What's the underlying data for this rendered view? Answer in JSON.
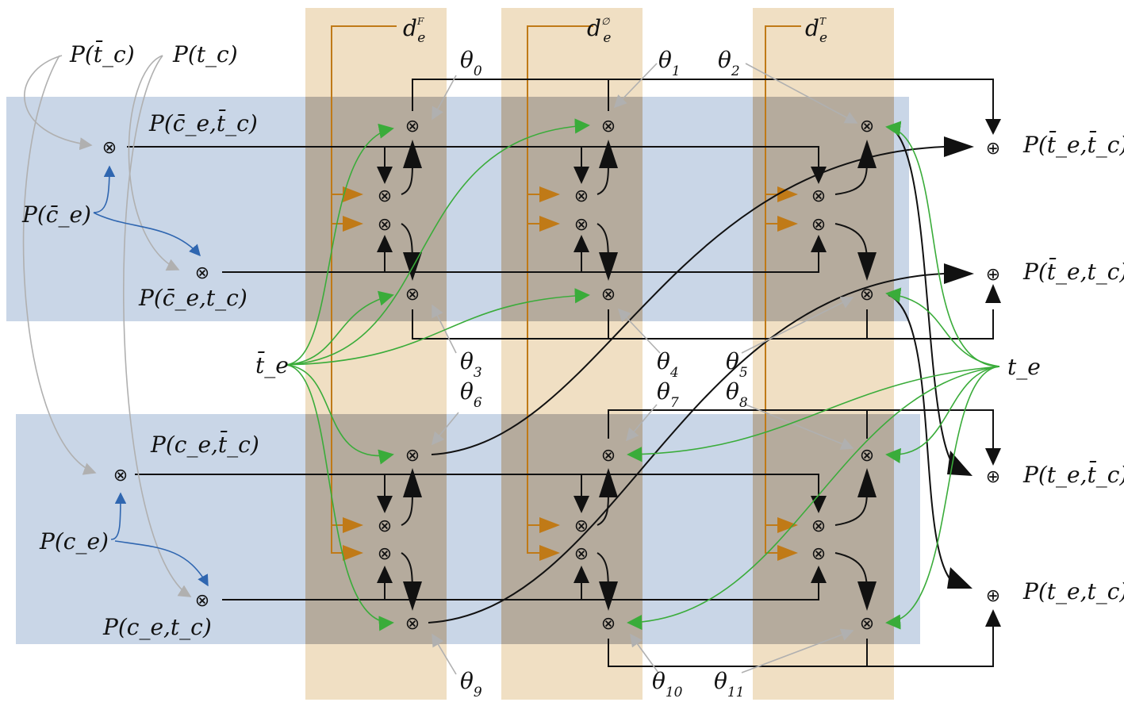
{
  "labels": {
    "p_tc_bar": "P(t̄_c)",
    "p_tc": "P(t_c)",
    "p_ce_bar": "P(c̄_e)",
    "p_ce": "P(c_e)",
    "p_ce_bar_tc_bar": "P(c̄_e,t̄_c)",
    "p_ce_bar_tc": "P(c̄_e,t_c)",
    "p_ce_tc_bar": "P(c_e,t̄_c)",
    "p_ce_tc": "P(c_e,t_c)",
    "te_bar": "t̄_e",
    "te": "t_e",
    "out_te_bar_tc_bar": "P(t̄_e,t̄_c)",
    "out_te_bar_tc": "P(t̄_e,t_c)",
    "out_te_tc_bar": "P(t_e,t̄_c)",
    "out_te_tc": "P(t_e,t_c)"
  },
  "d_labels": {
    "d_F": {
      "base": "d",
      "sub": "e",
      "sup": "F"
    },
    "d_empty": {
      "base": "d",
      "sub": "e",
      "sup": "∅"
    },
    "d_T": {
      "base": "d",
      "sub": "e",
      "sup": "T"
    }
  },
  "thetas": {
    "theta0": {
      "base": "θ",
      "sub": "0"
    },
    "theta1": {
      "base": "θ",
      "sub": "1"
    },
    "theta2": {
      "base": "θ",
      "sub": "2"
    },
    "theta3": {
      "base": "θ",
      "sub": "3"
    },
    "theta4": {
      "base": "θ",
      "sub": "4"
    },
    "theta5": {
      "base": "θ",
      "sub": "5"
    },
    "theta6": {
      "base": "θ",
      "sub": "6"
    },
    "theta7": {
      "base": "θ",
      "sub": "7"
    },
    "theta8": {
      "base": "θ",
      "sub": "8"
    },
    "theta9": {
      "base": "θ",
      "sub": "9"
    },
    "theta10": {
      "base": "θ",
      "sub": "10"
    },
    "theta11": {
      "base": "θ",
      "sub": "11"
    }
  },
  "operators": {
    "multiply": "⊗",
    "add": "⊕"
  },
  "colors": {
    "blue_band": "#c9d6e7",
    "tan_column": "#f0dfc3",
    "overlap": "#b5ab9d",
    "orange": "#c07a17",
    "green": "#3aac3a",
    "blue_arrow": "#2f66b0",
    "gray_arrow": "#aaaaaa",
    "black": "#111111"
  }
}
